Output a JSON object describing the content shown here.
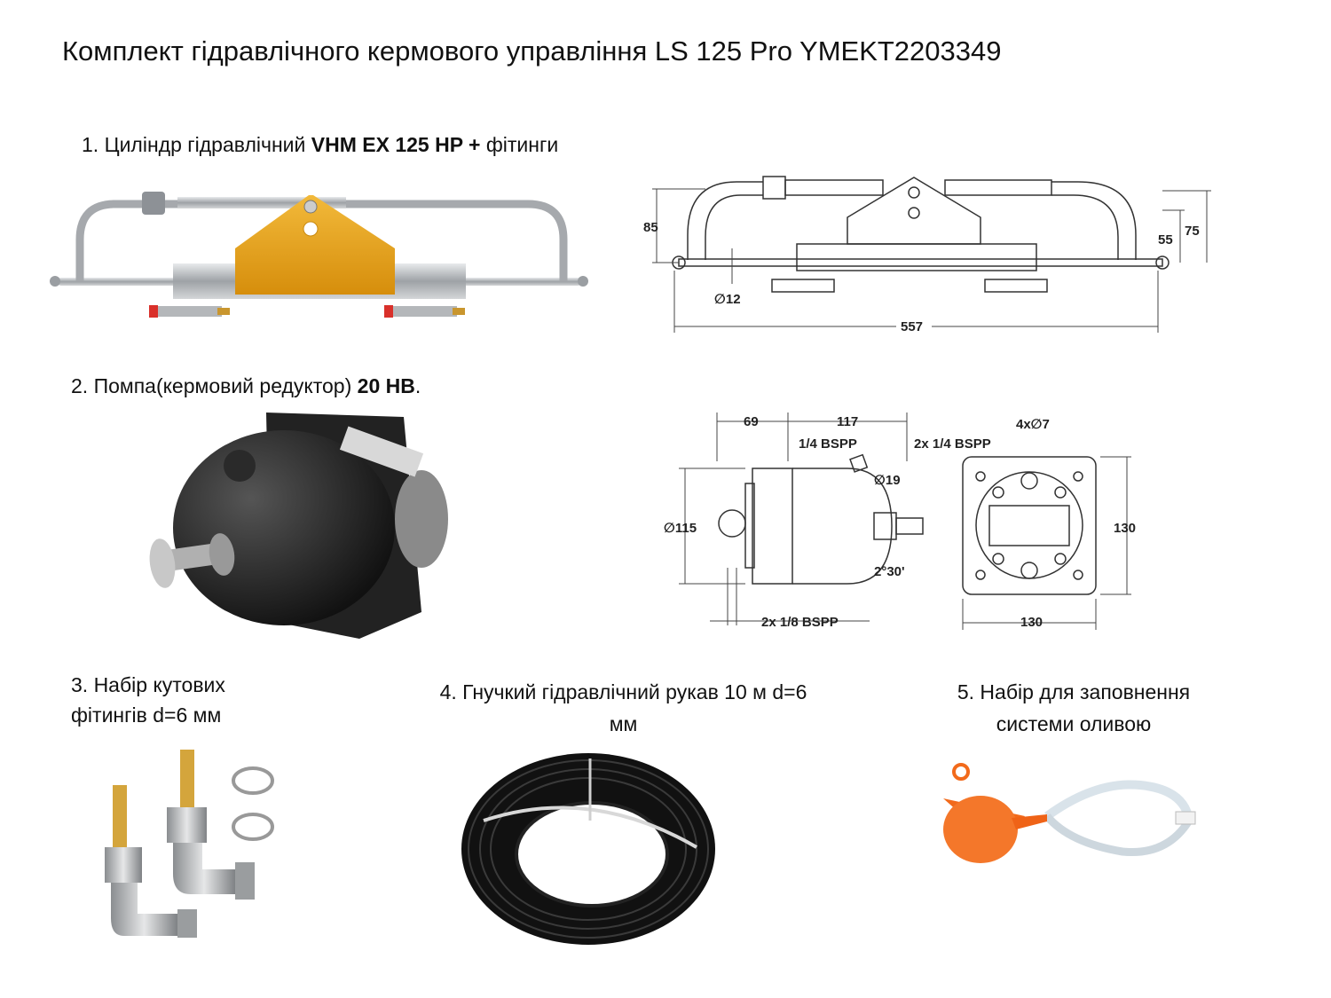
{
  "title": "Комплект гідравлічного кермового управління LS 125 Pro YMEKT2203349",
  "items": [
    {
      "prefix": "1. Циліндр гідравлічний ",
      "bold": "VHM EX 125 HP +",
      "suffix": " фітинги"
    },
    {
      "prefix": "2. Помпа(кермовий редуктор) ",
      "bold": "20 HB",
      "suffix": "."
    },
    {
      "line1": "3. Набір кутових",
      "line2": "фітингів d=6 мм"
    },
    {
      "line1": "4. Гнучкий гідравлічний рукав 10 м d=6",
      "line2": "мм"
    },
    {
      "line1": "5. Набір для заповнення",
      "line2": "системи оливою"
    }
  ],
  "cylinder_drawing": {
    "dim_height": "85",
    "dim_55": "55",
    "dim_75": "75",
    "dim_diameter": "∅12",
    "dim_length": "557"
  },
  "pump_drawing": {
    "dim_69": "69",
    "dim_117": "117",
    "thread_top": "1/4 BSPP",
    "dim_19": "∅19",
    "dim_115": "∅115",
    "angle": "2°30'",
    "thread_bottom": "2x 1/8 BSPP",
    "thread_front": "2x 1/4 BSPP",
    "holes": "4x∅7",
    "dim_130_v": "130",
    "dim_130_h": "130"
  },
  "colors": {
    "gold": "#e8a21a",
    "steel": "#b9bcc0",
    "pump_black": "#1c1c1c",
    "funnel": "#f26a1b",
    "brass": "#d4a53c"
  }
}
